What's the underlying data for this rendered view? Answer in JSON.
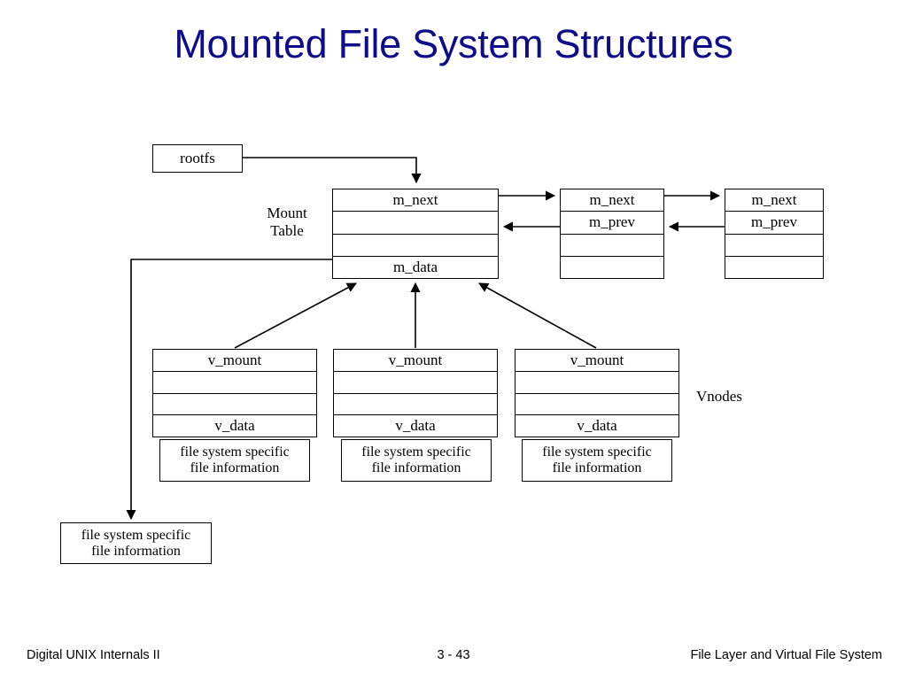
{
  "slide": {
    "title": "Mounted File System Structures",
    "title_color": "#0d0d8c",
    "background": "#ffffff",
    "line_color": "#000000"
  },
  "labels": {
    "mount_table": "Mount\nTable",
    "vnodes": "Vnodes"
  },
  "rootfs": {
    "label": "rootfs"
  },
  "mount_table": [
    {
      "name": "mount-struct-1",
      "rows": [
        "m_next",
        "",
        "",
        "m_data"
      ]
    },
    {
      "name": "mount-struct-2",
      "rows": [
        "m_next",
        "m_prev",
        "",
        ""
      ]
    },
    {
      "name": "mount-struct-3",
      "rows": [
        "m_next",
        "m_prev",
        "",
        ""
      ]
    }
  ],
  "vnodes": [
    {
      "name": "vnode-struct-1",
      "rows": [
        "v_mount",
        "",
        "",
        "v_data"
      ],
      "info": "file system specific\nfile information"
    },
    {
      "name": "vnode-struct-2",
      "rows": [
        "v_mount",
        "",
        "",
        "v_data"
      ],
      "info": "file system specific\nfile information"
    },
    {
      "name": "vnode-struct-3",
      "rows": [
        "v_mount",
        "",
        "",
        "v_data"
      ],
      "info": "file system specific\nfile information"
    }
  ],
  "mount_private_data": {
    "info": "file system specific\nfile information"
  },
  "footer": {
    "left": "Digital UNIX Internals II",
    "center": "3 - 43",
    "right": "File Layer and Virtual File System"
  }
}
